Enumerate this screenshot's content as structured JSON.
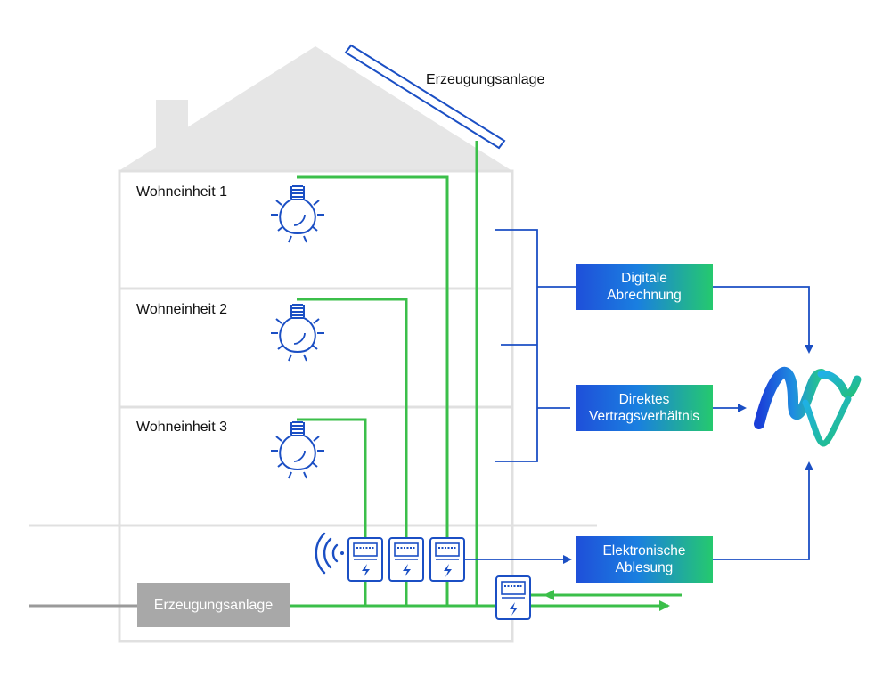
{
  "labels": {
    "roof_generation": "Erzeugungsanlage",
    "units": [
      "Wohneinheit 1",
      "Wohneinheit 2",
      "Wohneinheit 3"
    ],
    "basement_generation": "Erzeugungsanlage"
  },
  "boxes": {
    "digital_billing": {
      "line1": "Digitale",
      "line2": "Abrechnung"
    },
    "direct_contract": {
      "line1": "Direktes",
      "line2": "Vertragsverhältnis"
    },
    "electronic_reading": {
      "line1": "Elektronische",
      "line2": "Ablesung"
    }
  },
  "colors": {
    "house": "#e6e6e6",
    "house_outline": "#e0e0e0",
    "power_line": "#3bbf4a",
    "data_line": "#1b4fc4",
    "grid_line": "#9a9a9a",
    "gradient_start": "#1f4fd9",
    "gradient_end": "#25c96e"
  },
  "icons": {
    "bulb": "light-bulb-icon",
    "meter": "electricity-meter-icon",
    "wireless": "wireless-signal-icon",
    "logo": "mw-logo-icon"
  }
}
